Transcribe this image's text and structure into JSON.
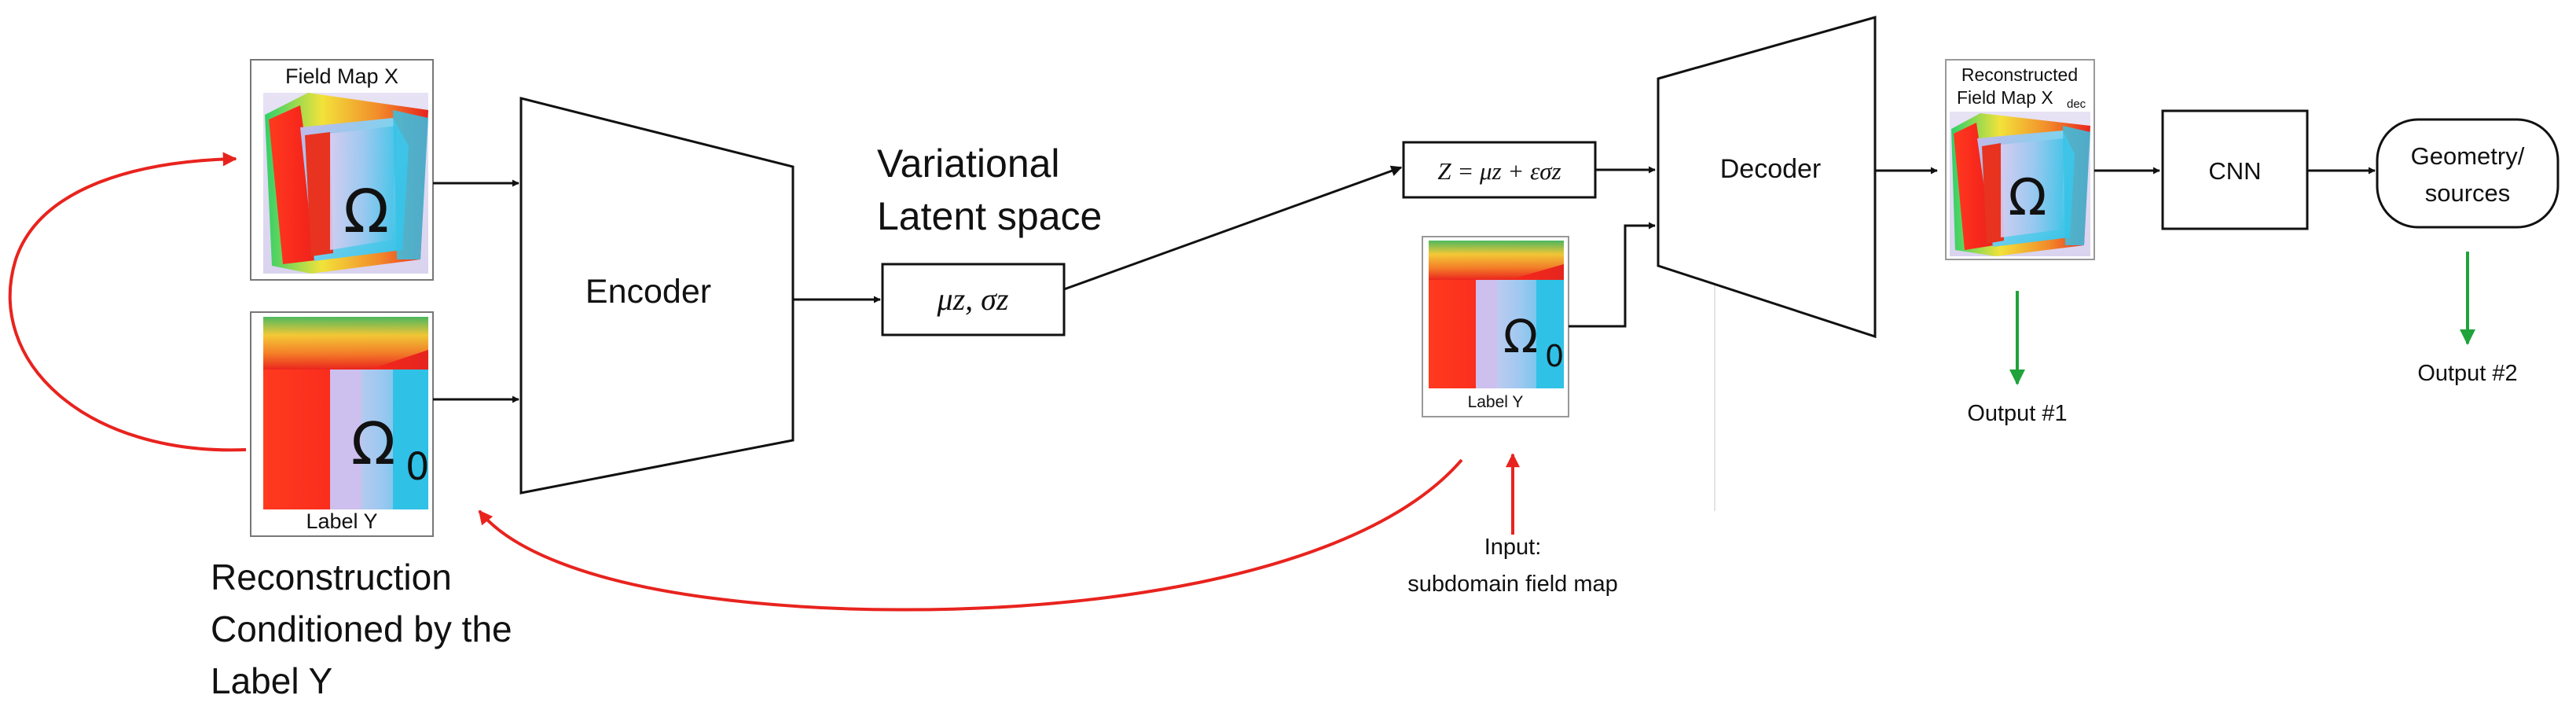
{
  "colors": {
    "flow_arrow": "#111111",
    "feedback_arrow": "#e8231e",
    "output_arrow": "#1fa33a",
    "field_red": "#e8231e",
    "field_cyan": "#32c3e6",
    "field_violet": "#b7a6e6"
  },
  "input_field_map": {
    "title": "Field Map X",
    "symbol": "Ω"
  },
  "input_label_map": {
    "symbol": "Ω",
    "subscript": "0",
    "caption": "Label Y"
  },
  "encoder": {
    "label": "Encoder"
  },
  "latent": {
    "title_line1": "Variational",
    "title_line2": "Latent space",
    "box_text": "μz, σz"
  },
  "sample": {
    "box_text": "Z = μz + εσz"
  },
  "decoder_label_map": {
    "symbol": "Ω",
    "subscript": "0",
    "caption": "Label Y"
  },
  "decoder": {
    "label": "Decoder"
  },
  "reconstructed_map": {
    "title_line1": "Reconstructed",
    "title_line2": "Field Map X",
    "title_subscript": "dec",
    "symbol": "Ω"
  },
  "cnn": {
    "label": "CNN"
  },
  "geometry": {
    "label_line1": "Geometry/",
    "label_line2": "sources"
  },
  "output1": {
    "label": "Output #1"
  },
  "output2": {
    "label": "Output #2"
  },
  "input_note": {
    "line1": "Input:",
    "line2": "subdomain field map"
  },
  "reconstruction_note": {
    "line1": "Reconstruction",
    "line2": "Conditioned by the",
    "line3": "Label Y"
  }
}
